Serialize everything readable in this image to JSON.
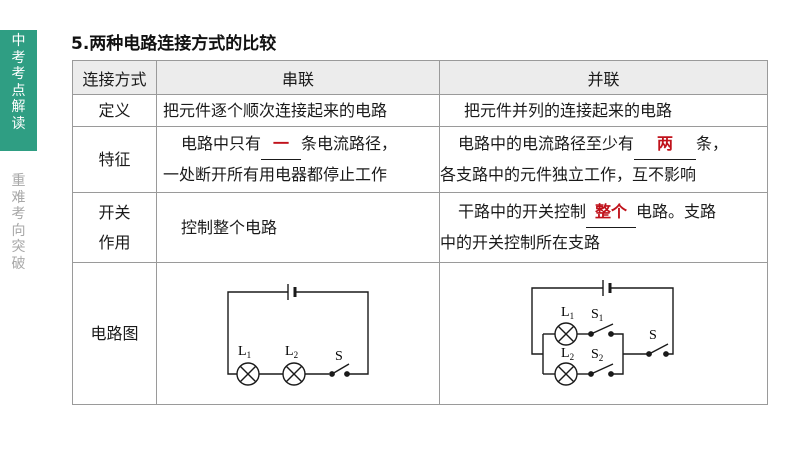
{
  "sidebar": {
    "active_chars": [
      "中",
      "考",
      "考",
      "点",
      "解",
      "读"
    ],
    "inactive_chars": [
      "重",
      "难",
      "考",
      "向",
      "突",
      "破"
    ],
    "colors": {
      "active_bg": "#2f9e83",
      "active_text": "#ffffff",
      "inactive_text": "#a8a8a8"
    }
  },
  "title": "5.两种电路连接方式的比较",
  "table": {
    "header": {
      "row_label": "连接方式",
      "series": "串联",
      "parallel": "并联"
    },
    "definition": {
      "label": "定义",
      "series": "把元件逐个顺次连接起来的电路",
      "parallel": "把元件并列的连接起来的电路"
    },
    "feature": {
      "label": "特征",
      "series_pre": "电路中只有",
      "series_answer": "一",
      "series_post": "条电流路径，",
      "series_line2": "一处断开所有用电器都停止工作",
      "parallel_pre": "电路中的电流路径至少有",
      "parallel_answer": "两",
      "parallel_post": "条，",
      "parallel_line2": "各支路中的元件独立工作，互不影响"
    },
    "switch_role": {
      "label_line1": "开关",
      "label_line2": "作用",
      "series": "控制整个电路",
      "parallel_pre": "干路中的开关控制",
      "parallel_answer": "整个",
      "parallel_post": "电路。支路",
      "parallel_line2": "中的开关控制所在支路"
    },
    "diagram": {
      "label": "电路图",
      "series_labels": {
        "l1": "L",
        "l1_sub": "1",
        "l2": "L",
        "l2_sub": "2",
        "s": "S"
      },
      "parallel_labels": {
        "l1": "L",
        "l1_sub": "1",
        "l2": "L",
        "l2_sub": "2",
        "s1": "S",
        "s1_sub": "1",
        "s2": "S",
        "s2_sub": "2",
        "s": "S"
      }
    }
  },
  "colors": {
    "answer": "#c0121b",
    "header_bg": "#ececec",
    "border": "#9a9a9a"
  }
}
